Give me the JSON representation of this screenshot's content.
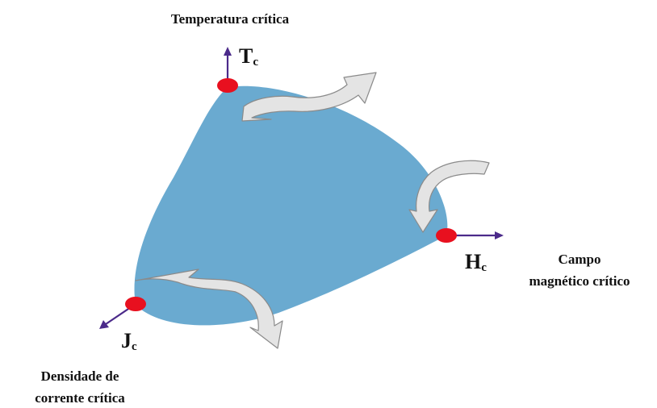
{
  "labels": {
    "temperature": "Temperatura crítica",
    "field_line1": "Campo",
    "field_line2": "magnético crítico",
    "current_line1": "Densidade de",
    "current_line2": "corrente crítica"
  },
  "symbols": {
    "tc_main": "T",
    "tc_sub": "c",
    "hc_main": "H",
    "hc_sub": "c",
    "jc_main": "J",
    "jc_sub": "c"
  },
  "colors": {
    "surface": "#6aaad0",
    "point": "#e8101f",
    "axis_arrow": "#4b2a8a",
    "flow_arrow_fill": "#e4e4e4",
    "flow_arrow_stroke": "#8a8a8a"
  }
}
